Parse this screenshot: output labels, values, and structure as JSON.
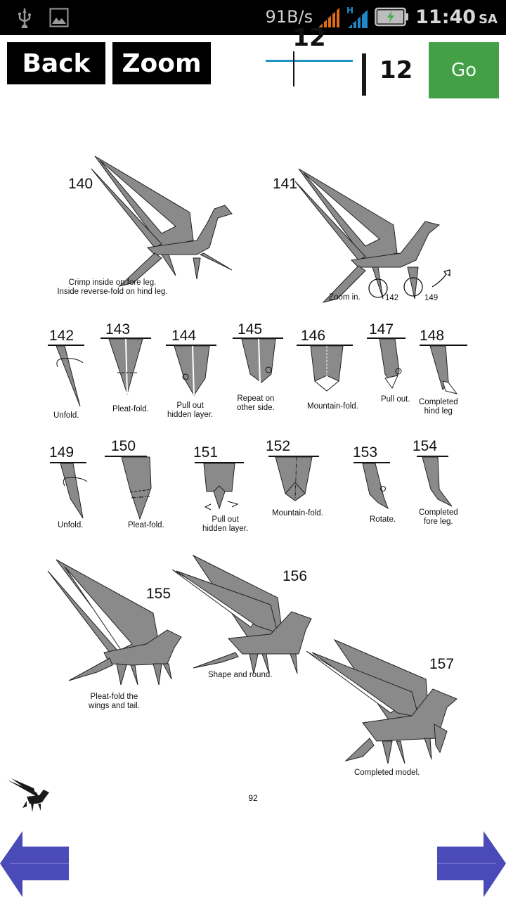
{
  "status_bar": {
    "icons_left": [
      "usb-icon",
      "image-icon"
    ],
    "net_speed": "91B/s",
    "network_type": "H",
    "time": "11:40",
    "ampm": "SA",
    "colors": {
      "signal_sim1": "#e06c1a",
      "signal_sim2": "#1e88c8",
      "battery_charge": "#3cb043"
    }
  },
  "toolbar": {
    "back_label": "Back",
    "zoom_label": "Zoom",
    "page_input_value": "12",
    "total_pages": "12",
    "go_label": "Go",
    "colors": {
      "go_bg": "#43a047",
      "input_underline": "#1e95c3"
    }
  },
  "diagram": {
    "steps": [
      {
        "num": "140",
        "caption": [
          "Crimp inside on fore leg.",
          "Inside reverse-fold on hind leg."
        ]
      },
      {
        "num": "141",
        "caption": [
          "Zoom in."
        ],
        "callouts": [
          "142",
          "149"
        ]
      },
      {
        "num": "142",
        "caption": [
          "Unfold."
        ]
      },
      {
        "num": "143",
        "caption": [
          "Pleat-fold."
        ]
      },
      {
        "num": "144",
        "caption": [
          "Pull out",
          "hidden layer."
        ]
      },
      {
        "num": "145",
        "caption": [
          "Repeat on",
          "other side."
        ]
      },
      {
        "num": "146",
        "caption": [
          "Mountain-fold."
        ]
      },
      {
        "num": "147",
        "caption": [
          "Pull out."
        ]
      },
      {
        "num": "148",
        "caption": [
          "Completed",
          "hind leg"
        ]
      },
      {
        "num": "149",
        "caption": [
          "Unfold."
        ]
      },
      {
        "num": "150",
        "caption": [
          "Pleat-fold."
        ]
      },
      {
        "num": "151",
        "caption": [
          "Pull out",
          "hidden layer."
        ]
      },
      {
        "num": "152",
        "caption": [
          "Mountain-fold."
        ]
      },
      {
        "num": "153",
        "caption": [
          "Rotate."
        ]
      },
      {
        "num": "154",
        "caption": [
          "Completed",
          "fore leg."
        ]
      },
      {
        "num": "155",
        "caption": [
          "Pleat-fold the",
          "wings and tail."
        ]
      },
      {
        "num": "156",
        "caption": [
          "Shape and round."
        ]
      },
      {
        "num": "157",
        "caption": [
          "Completed model."
        ]
      }
    ],
    "page_number": "92",
    "logo": "pegasus-logo-icon"
  },
  "navigation": {
    "prev": "arrow-left-icon",
    "next": "arrow-right-icon",
    "arrow_color": "#4a4ab8"
  }
}
